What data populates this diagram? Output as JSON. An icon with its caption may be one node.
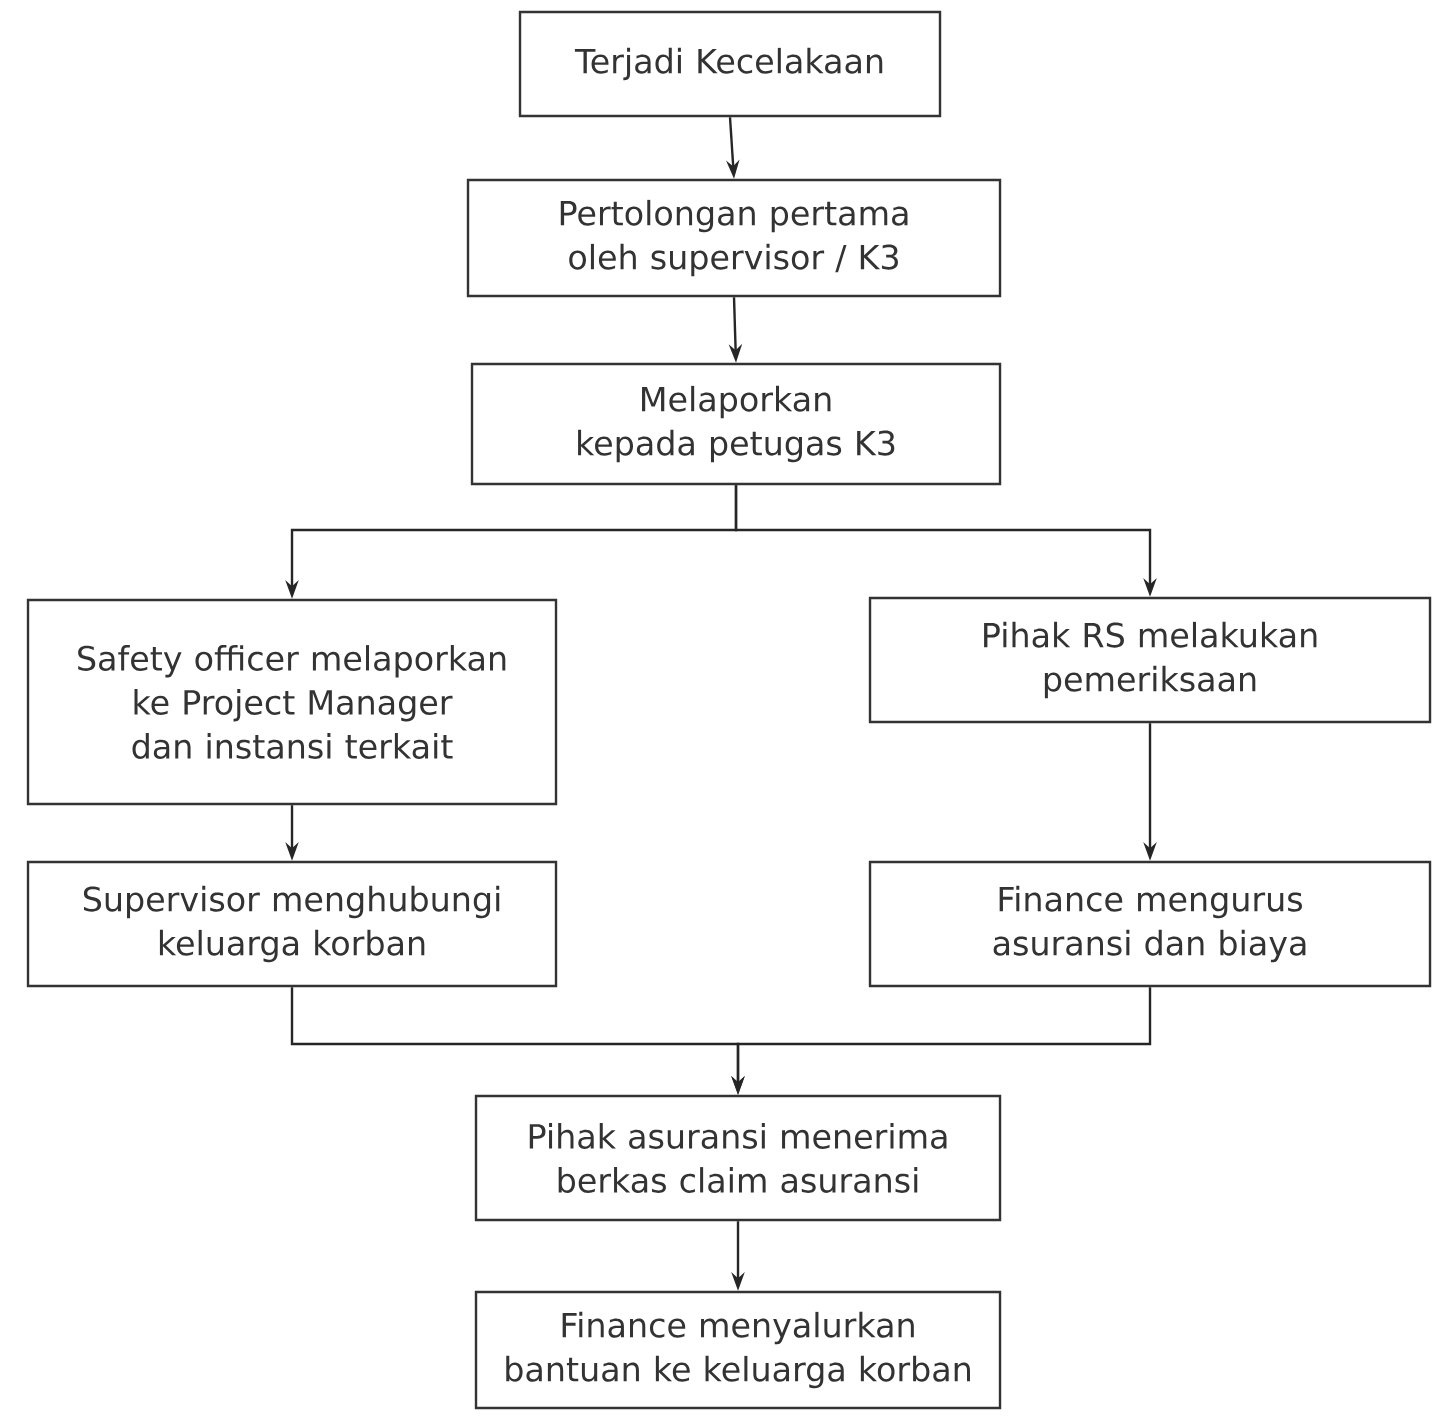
{
  "diagram": {
    "nodes": [
      {
        "text": [
          "Terjadi Kecelakaan"
        ]
      },
      {
        "text": [
          "Pertolongan pertama oleh supervisor / K3"
        ]
      },
      {
        "text": [
          "Melaporkan kepada petugas K3"
        ]
      },
      {
        "text": [
          "Safety officer melaporkan ke Project Manager dan instansi terkait"
        ]
      },
      {
        "text": [
          "Pihak RS melakukan pemeriksaan"
        ]
      },
      {
        "text": [
          "Supervisor menghubungi keluarga korban"
        ]
      },
      {
        "text": [
          "Finance mengurus asuransi dan biaya"
        ]
      },
      {
        "text": [
          "Pihak asuransi menerima berkas claim asuransi"
        ]
      },
      {
        "text": [
          "Finance menyalurkan bantuan ke keluarga korban"
        ]
      }
    ],
    "edges": [
      {
        "from": 0,
        "to": 1,
        "arrow": "to"
      },
      {
        "from": 1,
        "to": 2,
        "arrow": "to"
      },
      {
        "from": 2,
        "to": 3,
        "arrow": "to"
      },
      {
        "from": 2,
        "to": 4,
        "arrow": "to"
      },
      {
        "from": 3,
        "to": 5,
        "arrow": "to"
      },
      {
        "from": 4,
        "to": 6,
        "arrow": "to"
      },
      {
        "from": 5,
        "to": 7,
        "arrow": "to"
      },
      {
        "from": 6,
        "to": 7,
        "arrow": "to"
      },
      {
        "from": 7,
        "to": 8,
        "arrow": "to"
      }
    ]
  }
}
